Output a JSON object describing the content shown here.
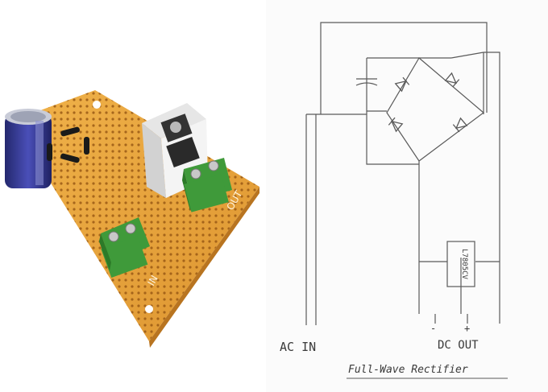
{
  "photo": {
    "board_label_out": "OUT",
    "board_label_in": "IN"
  },
  "schematic": {
    "regulator_label": "L7805CV",
    "ac_in_label": "AC IN",
    "dc_out_label": "DC OUT",
    "minus_label": "-",
    "plus_label": "+",
    "title": "Full-Wave Rectifier"
  },
  "colors": {
    "board": "#e8a53a",
    "terminal_block": "#3f9a3a",
    "capacitor": "#3c3f9e",
    "pencil": "#5a5a5a"
  }
}
